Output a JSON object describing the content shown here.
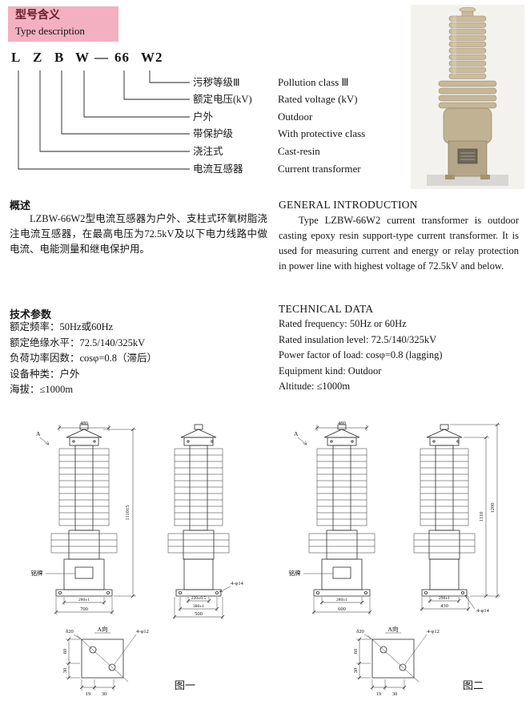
{
  "header": {
    "title_zh": "型号含义",
    "title_en": "Type description"
  },
  "model": {
    "letters": [
      "L",
      "Z",
      "B",
      "W",
      "—",
      "66",
      "W2"
    ],
    "items": [
      {
        "zh": "污秽等级Ⅲ",
        "en": "Pollution class Ⅲ"
      },
      {
        "zh": "额定电压(kV)",
        "en": "Rated voltage (kV)"
      },
      {
        "zh": "户外",
        "en": "Outdoor"
      },
      {
        "zh": "带保护级",
        "en": "With protective class"
      },
      {
        "zh": "浇注式",
        "en": "Cast-resin"
      },
      {
        "zh": "电流互感器",
        "en": "Current transformer"
      }
    ]
  },
  "overview": {
    "title_zh": "概述",
    "body_zh": "LZBW-66W2型电流互感器为户外、支柱式环氧树脂浇注电流互感器，在最高电压为72.5kV及以下电力线路中做电流、电能测量和继电保护用。",
    "title_en": "GENERAL INTRODUCTION",
    "body_en": "Type LZBW-66W2 current transformer is outdoor casting epoxy resin support-type current transformer. It is used for measuring current and energy or relay protection in power line with highest voltage of 72.5kV and below."
  },
  "technical": {
    "title_zh": "技术参数",
    "lines_zh": [
      "额定频率：50Hz或60Hz",
      "额定绝缘水平：72.5/140/325kV",
      "负荷功率因数：cosφ=0.8（滞后）",
      "设备种类：户外",
      "海拔：≤1000m"
    ],
    "title_en": "TECHNICAL DATA",
    "lines_en": [
      "Rated frequency: 50Hz or 60Hz",
      "Rated insulation level: 72.5/140/325kV",
      "Power factor of load: cosφ=0.8 (lagging)",
      "Equipment kind: Outdoor",
      "Altitude: ≤1000m"
    ]
  },
  "figure1": {
    "caption": "图一",
    "front": {
      "top_width": "480",
      "height": "1110±5",
      "base_inner": "280±1",
      "base_outer": "700",
      "nameplate": "铭牌",
      "view_arrow": "A"
    },
    "side": {
      "dim1": "220±0.5",
      "dim2": "380±1",
      "dim3": "500",
      "holes": "4-φ14"
    },
    "detail": {
      "title": "A向",
      "thickness": "δ20",
      "holes": "4-φ12",
      "h_outer": "60",
      "h_inner": "30",
      "w1": "19",
      "w2": "30"
    }
  },
  "figure2": {
    "caption": "图二",
    "front": {
      "top_width": "480",
      "base_inner": "280±1",
      "base_outer": "600",
      "nameplate": "铭牌",
      "view_arrow": "A"
    },
    "side": {
      "height_inner": "1110",
      "height_outer": "1200",
      "base_inner": "290±1",
      "base_outer": "430",
      "holes": "4-φ14"
    },
    "detail": {
      "title": "A向",
      "thickness": "δ20",
      "holes": "4-φ12",
      "h_outer": "60",
      "h_inner": "30",
      "w1": "19",
      "w2": "30"
    }
  }
}
